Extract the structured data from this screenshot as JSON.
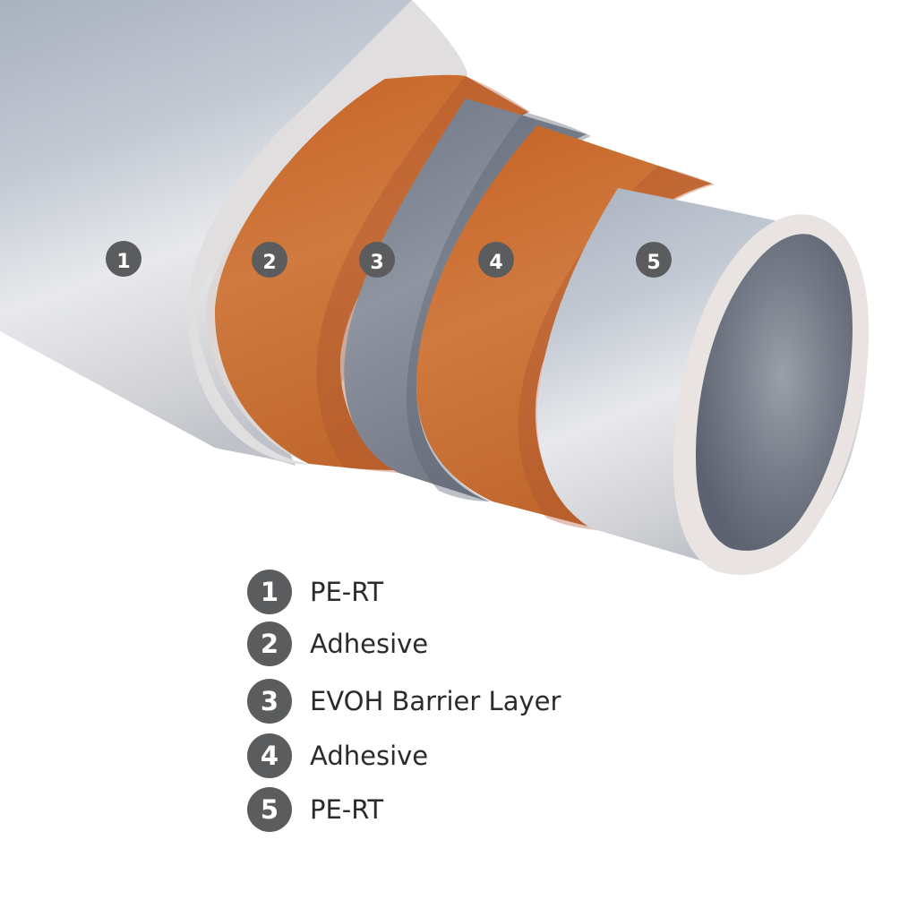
{
  "diagram": {
    "layers": [
      {
        "number": "1",
        "name": "PE-RT",
        "color": "#c7cbd3"
      },
      {
        "number": "2",
        "name": "Adhesive",
        "color": "#c8682a"
      },
      {
        "number": "3",
        "name": "EVOH Barrier Layer",
        "color": "#7b8190"
      },
      {
        "number": "4",
        "name": "Adhesive",
        "color": "#c8682a"
      },
      {
        "number": "5",
        "name": "PE-RT",
        "color": "#c7cbd3"
      }
    ],
    "badge_color": "#5b5c5e"
  }
}
